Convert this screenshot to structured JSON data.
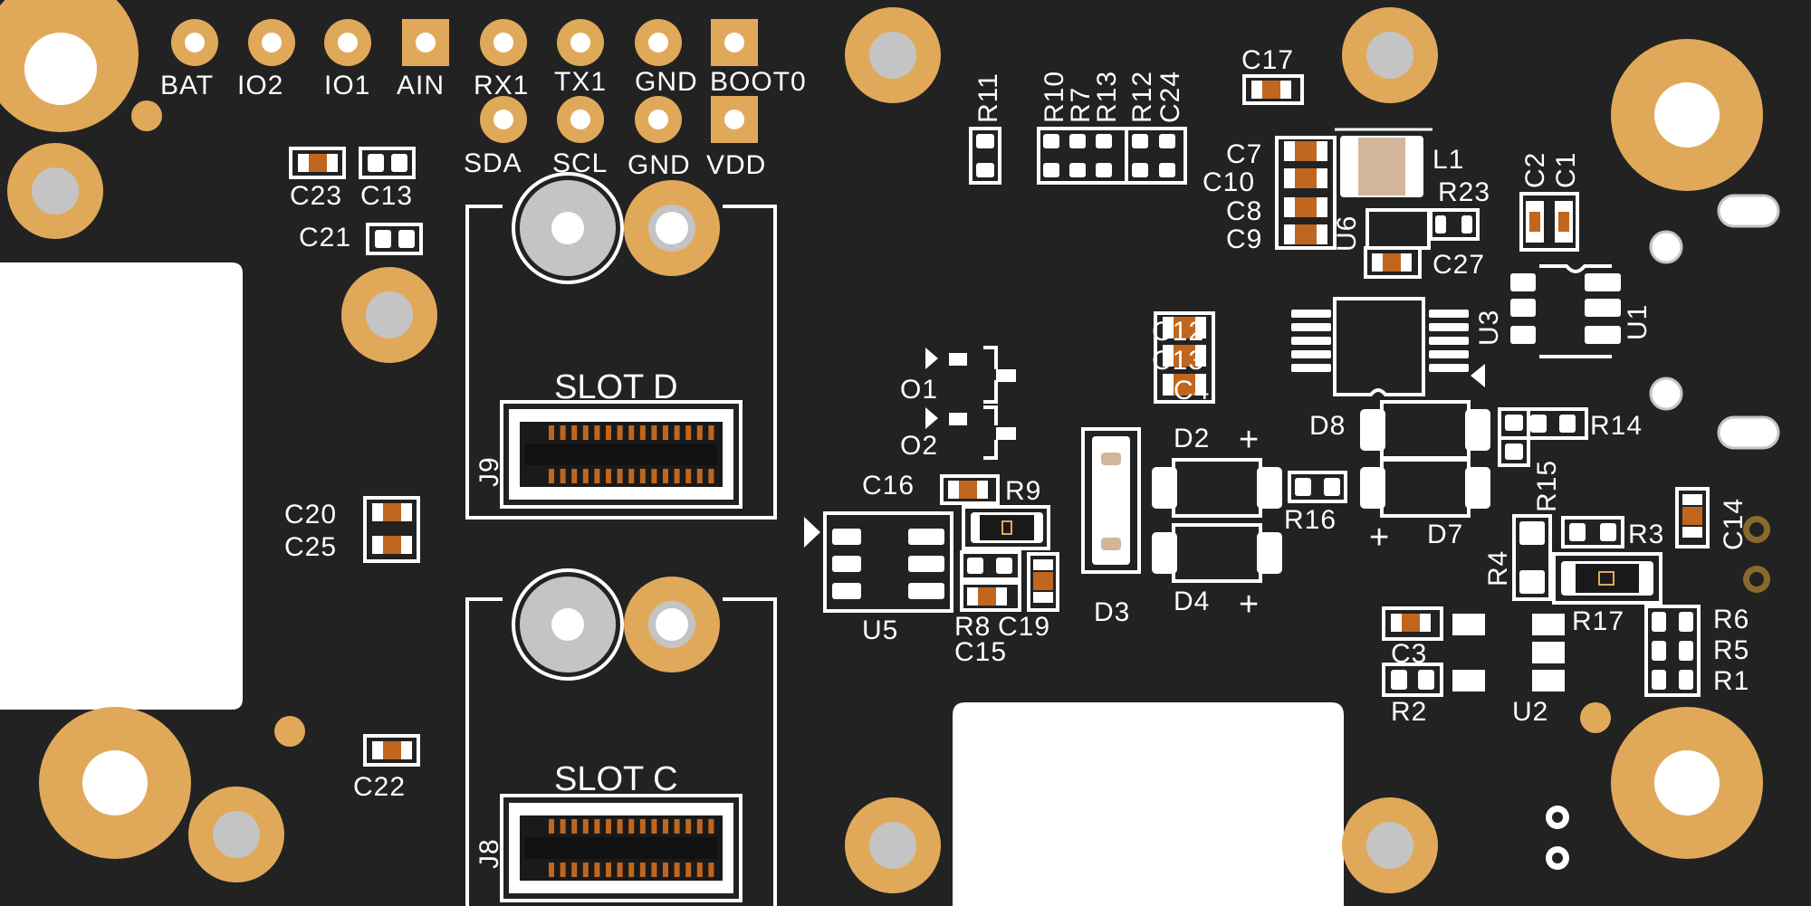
{
  "board": {
    "colors": {
      "soldermask": "#222222",
      "pad_gold": "#e0a95a",
      "silkscreen": "#ffffff",
      "drill": "#c4c4c4",
      "component_body": "#c0661e",
      "inductor": "#d2b59b"
    },
    "header_top_labels": [
      "BAT",
      "IO2",
      "IO1",
      "AIN",
      "RX1",
      "TX1",
      "GND",
      "BOOT0"
    ],
    "header_bottom_labels": [
      "SDA",
      "SCL",
      "GND",
      "VDD"
    ],
    "slots": {
      "slot_d": {
        "title": "SLOT D",
        "ref": "J9"
      },
      "slot_c": {
        "title": "SLOT C",
        "ref": "J8"
      }
    },
    "refs": {
      "C23": "C23",
      "C13a": "C13",
      "C21": "C21",
      "C20": "C20",
      "C25": "C25",
      "C22": "C22",
      "R11": "R11",
      "R10": "R10",
      "R7": "R7",
      "R13": "R13",
      "R12": "R12",
      "C24": "C24",
      "C17": "C17",
      "C7": "C7",
      "C10": "C10",
      "C8": "C8",
      "C9": "C9",
      "U6": "U6",
      "L1": "L1",
      "R23": "R23",
      "C27": "C27",
      "C2": "C2",
      "C1": "C1",
      "C12": "C12",
      "C13b": "C13",
      "C4": "C4",
      "U3": "U3",
      "U1": "U1",
      "O1": "O1",
      "O2": "O2",
      "D2": "D2",
      "D8": "D8",
      "R14": "R14",
      "R15": "R15",
      "C16": "C16",
      "R9": "R9",
      "R16": "R16",
      "D7": "D7",
      "C14": "C14",
      "U5": "U5",
      "D3": "D3",
      "D4": "D4",
      "R8": "R8",
      "C19": "C19",
      "C15": "C15",
      "R4": "R4",
      "R3": "R3",
      "R17": "R17",
      "C3": "C3",
      "R2": "R2",
      "U2": "U2",
      "R6": "R6",
      "R5": "R5",
      "R1": "R1"
    },
    "polarity": {
      "plus": "+"
    }
  }
}
